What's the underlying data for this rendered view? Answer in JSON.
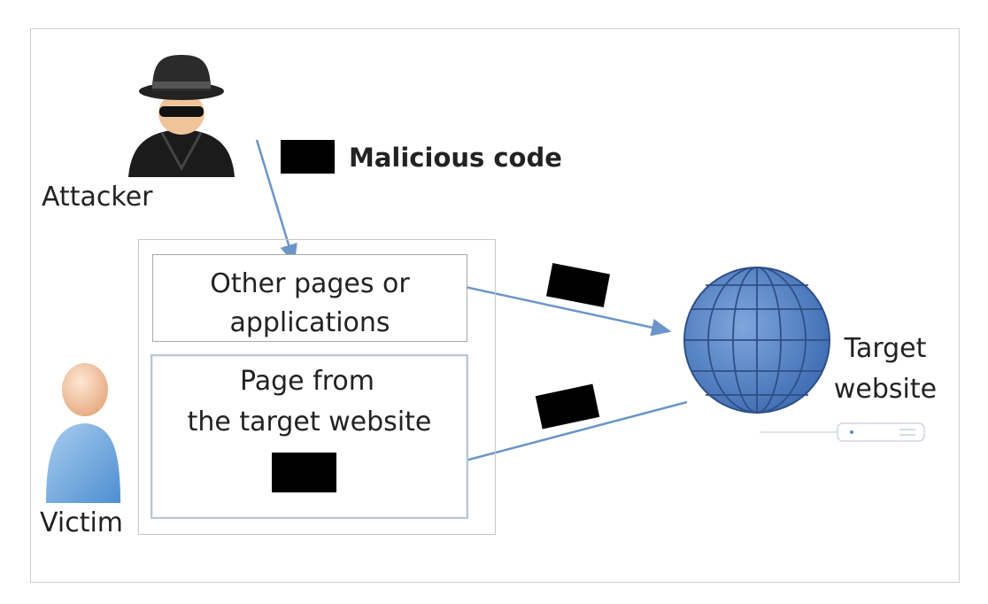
{
  "legend": {
    "label": "Malicious code"
  },
  "attacker": {
    "label": "Attacker",
    "icon": "attacker-icon"
  },
  "victim": {
    "label": "Victim",
    "icon": "victim-icon"
  },
  "other_pages": {
    "line1": "Other pages or",
    "line2": "applications"
  },
  "target_page": {
    "line1": "Page from",
    "line2": "the target website",
    "icon": "browser-window-icon"
  },
  "target_site": {
    "line1": "Target",
    "line2": "website",
    "icon": "globe-icon"
  },
  "colors": {
    "arrow": "#6a95c8",
    "globe": "#4f7fc4",
    "code_block": "#000000"
  }
}
